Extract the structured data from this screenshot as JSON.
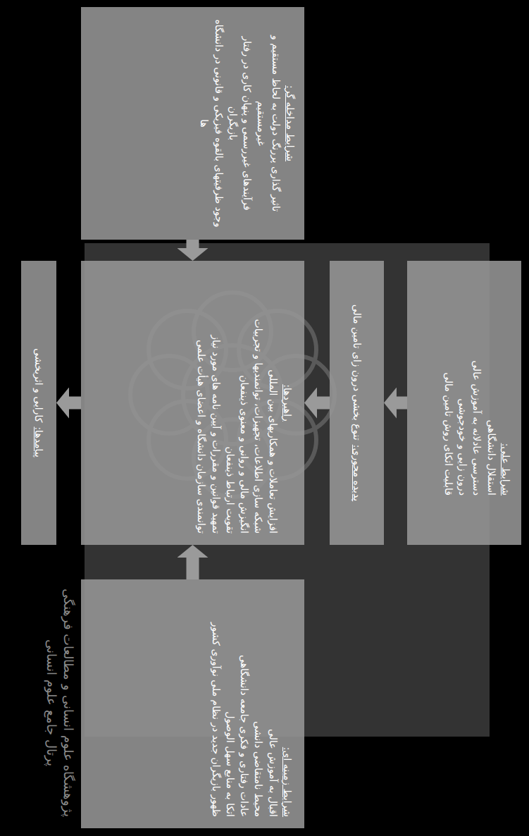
{
  "diagram": {
    "nodes": [
      {
        "text": [
          "شرایط علی:",
          "استقلال دانشگاهی",
          "دسترسی عادلانه به آموزش عالی",
          "درون زایی و خودجوشی",
          "قابلیت اتکای روش تامین مالی"
        ]
      },
      {
        "text": [
          "پدیده محوری:",
          "تنوع بخشی درون زای تامین مالی"
        ]
      },
      {
        "text": [
          "شرایط مداخله گر:",
          "تاثیر گذاری پررنگ دولت به لحاظ مستقیم و غیرمستقیم",
          "فرآیندهای غیررسمی و پنهان کاری در رفتار بازیگران",
          "وجود ظرفیتهای بالقوه فیزیکی و قانونی در دانشگاه ها"
        ]
      },
      {
        "text": [
          "راهبردها:",
          "افزایش تعاملات و همکاریهای بین المللی",
          "شبکه سازی اطلاعات، تجهیزات، توانمندیها و تجربیات",
          "انگیزش مالی و روانی و معنوی ذینفعان",
          "تقویت ارتباط ذینفعان",
          "تمهید قوانین و مقررات و آیین نامه های مورد نیاز",
          "توانمندی سازمان دانشگاه و اعضای هیأت علمی"
        ]
      },
      {
        "text": [
          "شرایط زمینه ای:",
          "اقبال به آموزش عالی",
          "محیط نامتقاضی دانشی",
          "عادات رفتاری و فکری جامعه دانشگاهی",
          "اتکا به منابع سهل الوصول",
          "ظهور بازیگران جدید در نظام ملی نوآوری کشور"
        ]
      },
      {
        "text": [
          "پیامدها:",
          "کارایی و اثربخشی"
        ]
      }
    ],
    "edges": [
      {
        "from": 0,
        "to": 1,
        "arrow": "to"
      },
      {
        "from": 1,
        "to": 3,
        "arrow": "to"
      },
      {
        "from": 2,
        "to": 3,
        "arrow": "to"
      },
      {
        "from": 4,
        "to": 3,
        "arrow": "to"
      },
      {
        "from": 3,
        "to": 5,
        "arrow": "to"
      }
    ],
    "labels": [
      "پژوهشگاه علوم انسانی و مطالعات فرهنگی",
      "پرتال جامع علوم انسانی"
    ]
  }
}
